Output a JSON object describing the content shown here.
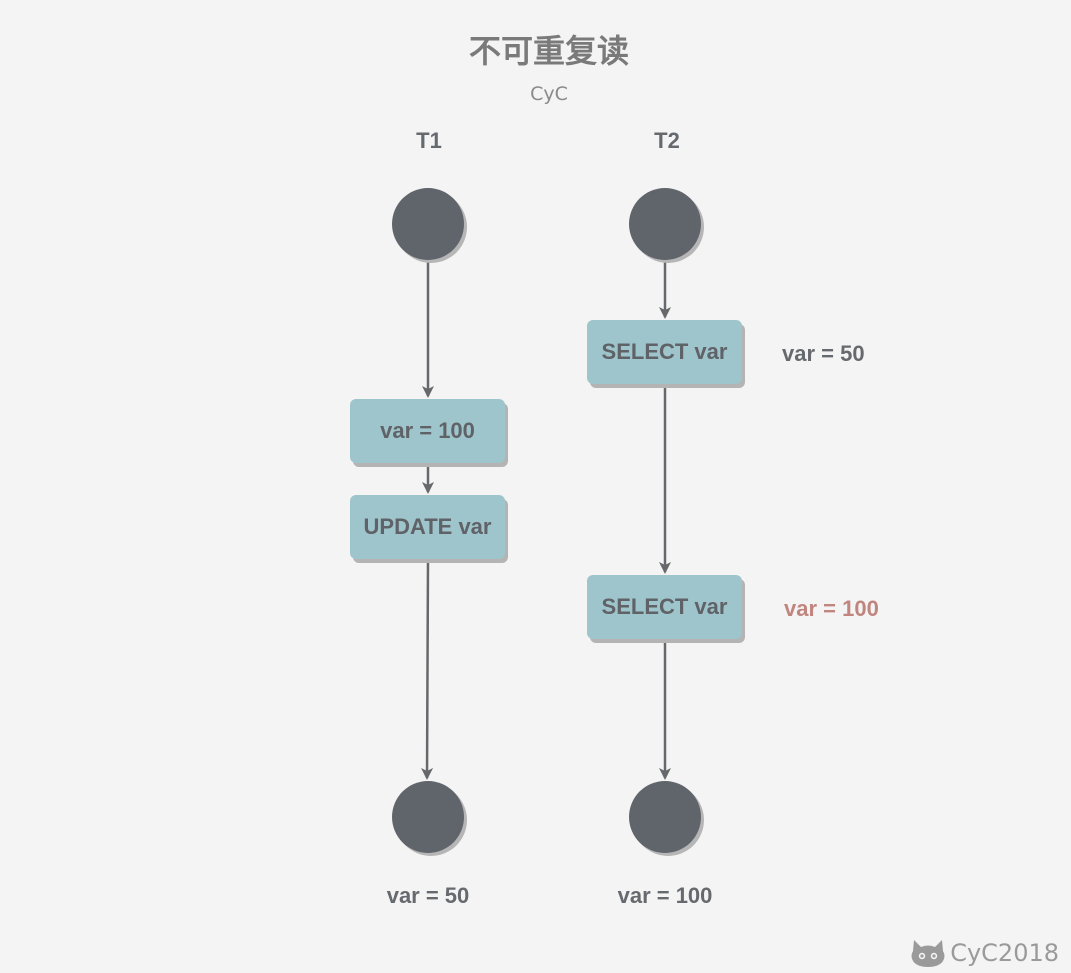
{
  "title": "不可重复读",
  "subtitle": "CyC",
  "columns": {
    "t1": {
      "label": "T1",
      "step1": "var = 100",
      "step2": "UPDATE var",
      "final_value": "var = 50"
    },
    "t2": {
      "label": "T2",
      "step1": "SELECT var",
      "step1_result": "var = 50",
      "step2": "SELECT var",
      "step2_result": "var = 100",
      "final_value": "var = 100"
    }
  },
  "colors": {
    "box_fill": "#9fc5cc",
    "node_fill": "#60646b",
    "highlight_text": "#c0857f",
    "arrow": "#66686b"
  },
  "watermark": "CyC2018"
}
